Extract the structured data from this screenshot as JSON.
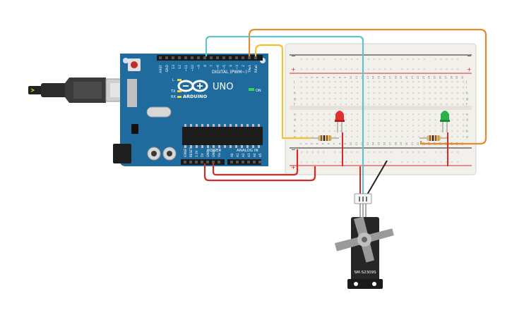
{
  "arduino": {
    "brand": "ARDUINO",
    "model": "UNO",
    "on_label": "ON",
    "digital_header": "DIGITAL (PWM~)",
    "power_header": "POWER",
    "analog_header": "ANALOG IN",
    "tx_label": "TX",
    "rx_label": "RX",
    "l_label": "L",
    "digital_pins": [
      "AREF",
      "GND",
      "13",
      "12",
      "~11",
      "~10",
      "~9",
      "8",
      "7",
      "~6",
      "~5",
      "4",
      "~3",
      "2",
      "TX▸1",
      "RX◂0"
    ],
    "power_pins": [
      "IOREF",
      "RESET",
      "3.3V",
      "5V",
      "GND",
      "GND",
      "Vin"
    ],
    "analog_pins": [
      "A0",
      "A1",
      "A2",
      "A3",
      "A4",
      "A5"
    ]
  },
  "breadboard": {
    "column_numbers": [
      "1",
      "2",
      "3",
      "4",
      "5",
      "6",
      "7",
      "8",
      "9",
      "10",
      "11",
      "12",
      "13",
      "14",
      "15",
      "16",
      "17",
      "18",
      "19",
      "20",
      "21",
      "22",
      "23",
      "24",
      "25",
      "26",
      "27",
      "28",
      "29",
      "30"
    ],
    "row_letters_top": [
      "j",
      "i",
      "h",
      "g",
      "f"
    ],
    "row_letters_bottom": [
      "e",
      "d",
      "c",
      "b",
      "a"
    ],
    "rail_plus": "+",
    "rail_minus": "−"
  },
  "servo": {
    "model": "SM-S2309S"
  },
  "colors": {
    "board_blue": "#1f6b9e",
    "wire_orange": "#e8892b",
    "wire_cyan": "#61c3cf",
    "wire_yellow": "#f2c233",
    "wire_red": "#d62a2a",
    "wire_black": "#222222",
    "led_red": "#e03030",
    "led_green": "#2bb04a"
  }
}
